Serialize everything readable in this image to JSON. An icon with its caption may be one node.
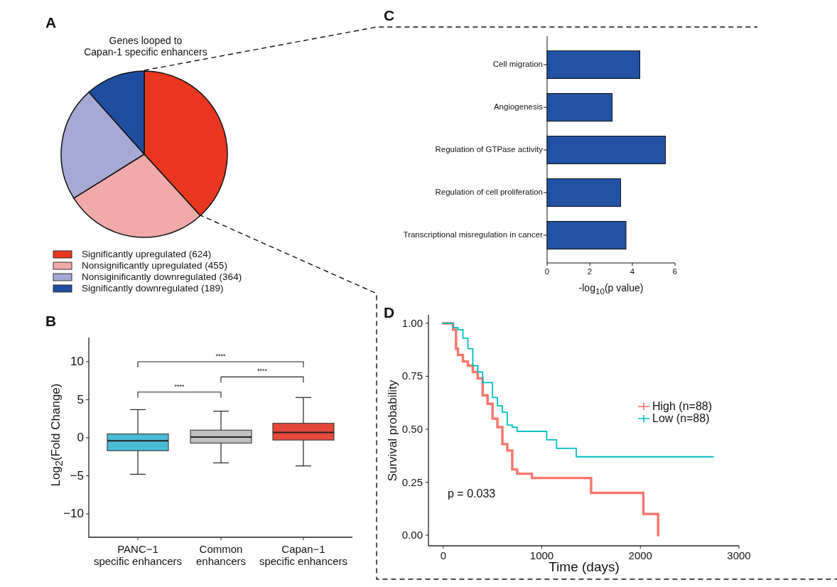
{
  "diagram": {
    "labels": [
      "A",
      "C",
      "B",
      "10",
      "5",
      "0",
      "−5",
      "−10",
      "Log$_{2}$(Fold Change)",
      "****",
      "****",
      "****",
      "PANC−1 specific enhancers",
      "Common enhancers",
      "Capan−1 specific enhancers",
      "D"
    ],
    "chart_data": [
      {
        "type": "pie",
        "title": "Genes looped to Capan-1 specific enhancers",
        "categories": [
          "Significantly upregulated (624)",
          "Nonsignificantly upregulated (455)",
          "Nonsiginificantly downregulated (364)",
          "Significantly downregulated (189)"
        ],
        "values": [
          624,
          455,
          364,
          189
        ],
        "colors": [
          "#e8361f",
          "#f0aaa8",
          "#a6a9d4",
          "#1f4e9e"
        ],
        "legend": "bottom"
      },
      {
        "type": "bar",
        "orientation": "horizontal",
        "xlabel": "-log$_{10}$(p value)",
        "categories": [
          "Cell migration",
          "Angiogenesis",
          "Regulation of GTPase activity",
          "Regulation of cell proliferation",
          "Transcriptional misregulation in cancer"
        ],
        "series": [
          {
            "name": null,
            "color": "#2352a5",
            "values": [
              4.35,
              3.05,
              5.55,
              3.45,
              3.7
            ]
          }
        ],
        "xlim": [
          0,
          6
        ],
        "xticks": [
          0,
          2,
          4,
          6
        ]
      },
      {
        "type": "line",
        "xlabel": "Time (days)",
        "ylabel": "Survival probability",
        "legend": "right",
        "x": [
          0,
          100,
          100,
          130,
          130,
          150,
          150,
          200,
          200,
          250,
          250,
          300,
          300,
          350,
          350,
          400,
          400,
          450,
          450,
          500,
          500,
          550,
          550,
          600,
          600,
          650,
          650,
          700,
          700,
          750,
          750,
          900,
          900,
          1000,
          1000,
          1050,
          1050,
          1150,
          1150,
          1350,
          1350,
          1500,
          1500,
          2030,
          2030,
          2180,
          2180,
          2740
        ],
        "series": [
          {
            "name": "High (n=88)",
            "color": "#f8766d",
            "values": [
              1,
              1,
              0.97,
              0.97,
              0.88,
              0.88,
              0.85,
              0.85,
              0.82,
              0.82,
              0.8,
              0.8,
              0.77,
              0.77,
              0.74,
              0.74,
              0.66,
              0.66,
              0.62,
              0.62,
              0.55,
              0.55,
              0.51,
              0.51,
              0.43,
              0.43,
              0.4,
              0.4,
              0.31,
              0.31,
              0.29,
              0.29,
              0.27,
              0.27,
              0.27,
              0.27,
              0.27,
              0.27,
              0.27,
              0.27,
              0.27,
              0.27,
              0.2,
              0.2,
              0.1,
              0.1,
              0,
              null
            ]
          },
          {
            "name": "Low (n=88)",
            "color": "#00bfc4",
            "values": [
              1,
              1,
              0.98,
              0.98,
              0.98,
              0.98,
              0.97,
              0.97,
              0.93,
              0.93,
              0.88,
              0.88,
              0.8,
              0.8,
              0.77,
              0.77,
              0.72,
              0.72,
              0.72,
              0.72,
              0.65,
              0.65,
              0.61,
              0.61,
              0.58,
              0.58,
              0.52,
              0.52,
              0.51,
              0.51,
              0.49,
              0.49,
              0.49,
              0.49,
              0.49,
              0.49,
              0.45,
              0.45,
              0.41,
              0.41,
              0.37,
              0.37,
              0.37,
              0.37,
              0.37,
              0.37,
              0.37,
              0.37
            ]
          }
        ],
        "xlim": [
          -150,
          3000
        ],
        "ylim": [
          -0.05,
          1.04
        ],
        "xticks": [
          0,
          1000,
          2000,
          3000
        ],
        "yticks": [
          {
            "value": 0,
            "label": "0.00"
          },
          {
            "value": 0.25,
            "label": "0.25"
          },
          {
            "value": 0.5,
            "label": "0.50"
          },
          {
            "value": 0.75,
            "label": "0.75"
          },
          {
            "value": 1,
            "label": "1.00"
          }
        ],
        "annotations": [
          "p = 0.033"
        ]
      }
    ]
  }
}
